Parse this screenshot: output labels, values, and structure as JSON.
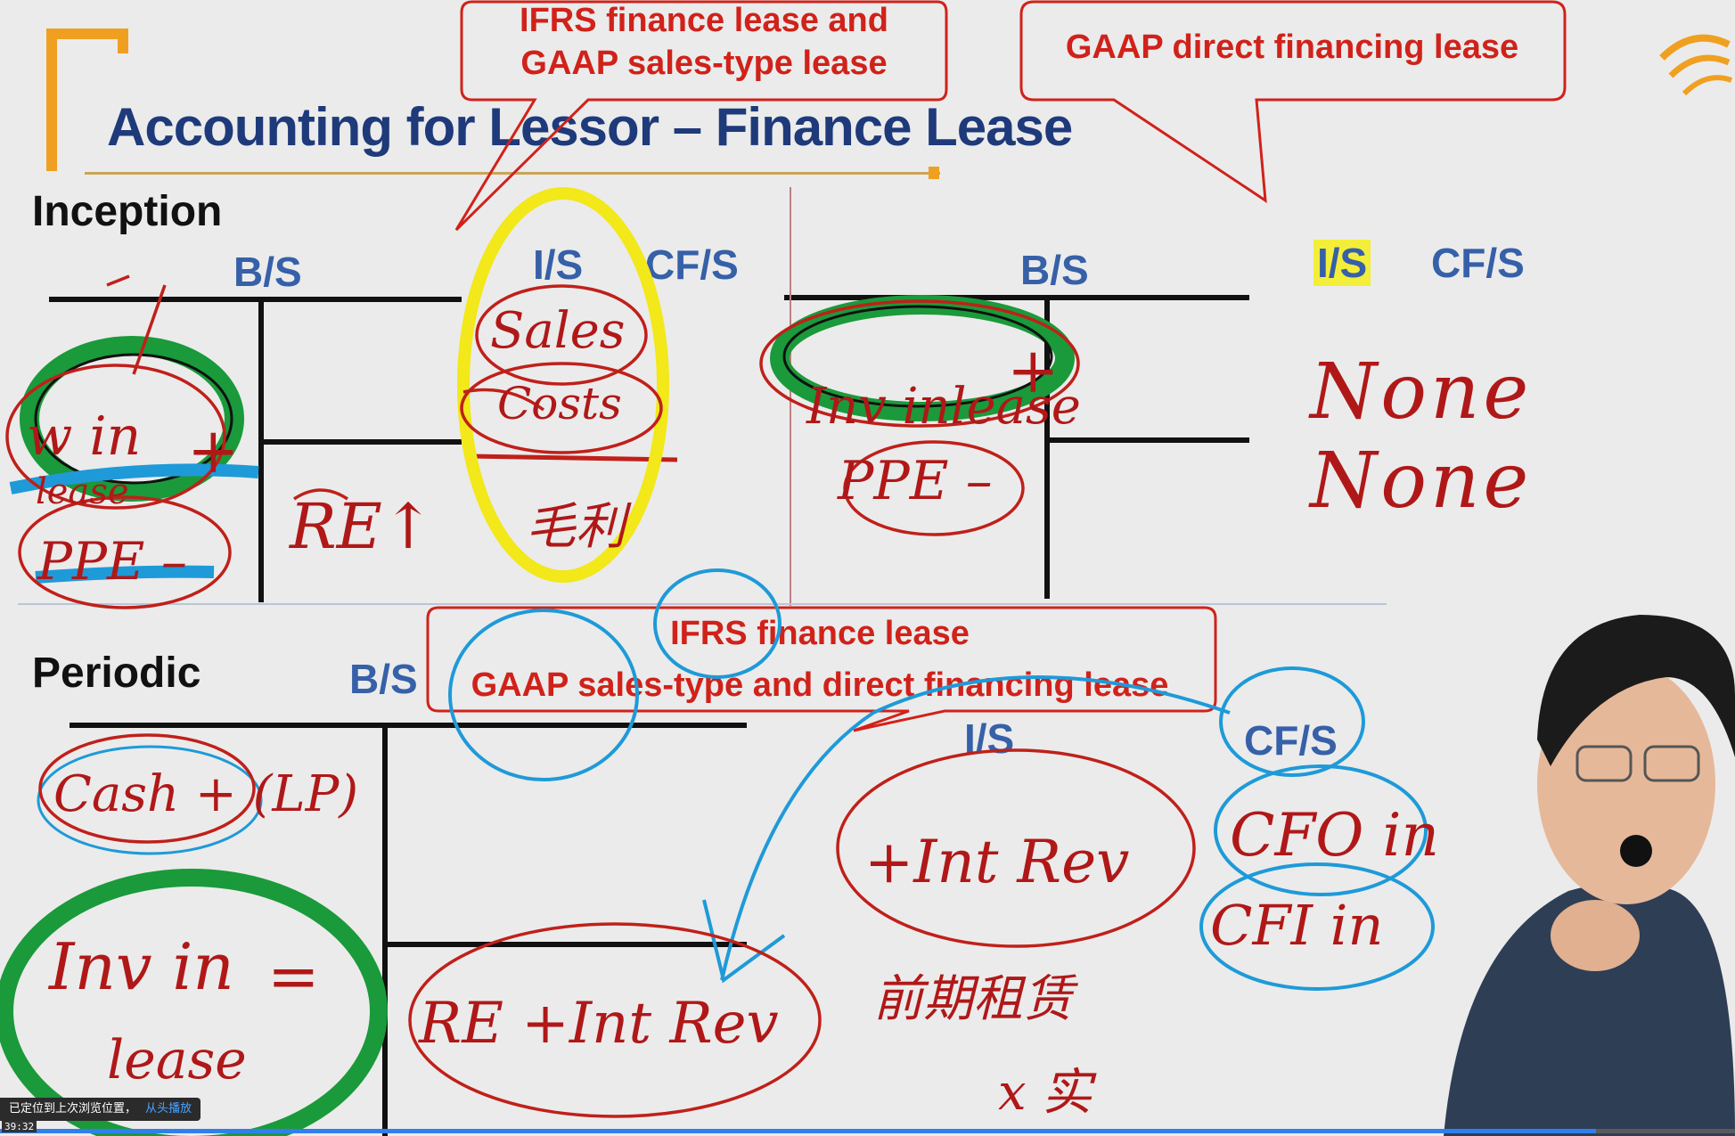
{
  "slide": {
    "title": "Accounting for Lessor – Finance Lease",
    "inception_label": "Inception",
    "periodic_label": "Periodic"
  },
  "callouts": {
    "ifrs_finance_sales_type": "IFRS finance lease and\nGAAP sales-type lease",
    "gaap_direct_financing": "GAAP direct financing lease",
    "periodic_line1": "IFRS finance lease",
    "periodic_line2": "GAAP sales-type and direct financing lease"
  },
  "headers": {
    "bs": "B/S",
    "is": "I/S",
    "cfs": "CF/S"
  },
  "handwriting": {
    "none_none": "None None"
  },
  "colors": {
    "title": "#1e3a7a",
    "header": "#3660a8",
    "callout": "#d0221a",
    "ink_red": "#c0201a",
    "ink_green": "#1a9a3a",
    "ink_blue": "#1e9ad8",
    "ink_yellow": "#f2e81a",
    "accent_orange": "#f0a020"
  },
  "player": {
    "status_text": "已定位到上次浏览位置，",
    "status_link": "从头播放",
    "timestamp": "39:32",
    "progress_fraction": 0.92
  }
}
